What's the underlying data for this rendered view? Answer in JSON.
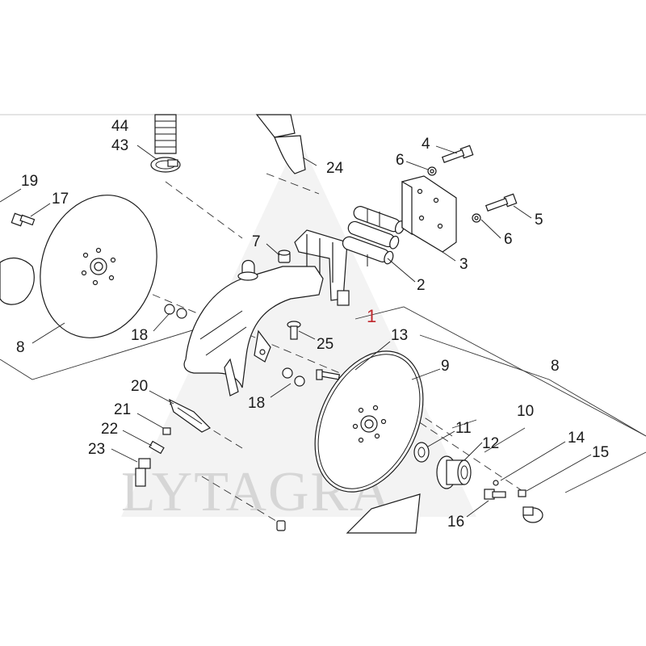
{
  "watermark": {
    "text": "LYTAGRA"
  },
  "callouts": {
    "c1": "1",
    "c2": "2",
    "c3": "3",
    "c4": "4",
    "c5": "5",
    "c6a": "6",
    "c6b": "6",
    "c7": "7",
    "c8a": "8",
    "c8b": "8",
    "c9": "9",
    "c10": "10",
    "c11": "11",
    "c12": "12",
    "c13": "13",
    "c14": "14",
    "c15": "15",
    "c16": "16",
    "c17": "17",
    "c18a": "18",
    "c18b": "18",
    "c19": "19",
    "c20": "20",
    "c21": "21",
    "c22": "22",
    "c23": "23",
    "c24": "24",
    "c25": "25",
    "c43": "43",
    "c44": "44"
  },
  "colors": {
    "line": "#1a1a1a",
    "accent_label": "#c0282d",
    "watermark": "#d6d6d6"
  }
}
